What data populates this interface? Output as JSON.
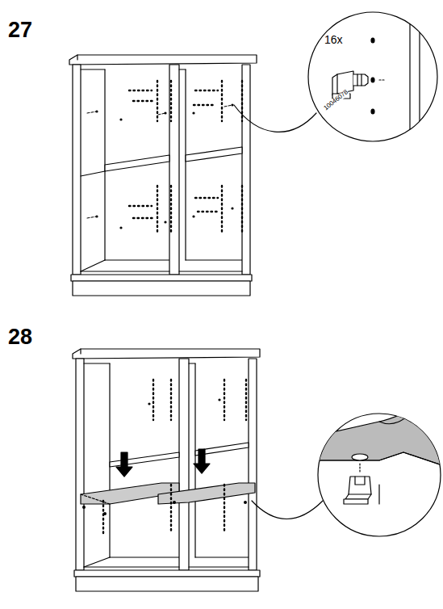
{
  "diagram": {
    "labels": [
      "27",
      "16x",
      "10046078",
      "28"
    ]
  }
}
